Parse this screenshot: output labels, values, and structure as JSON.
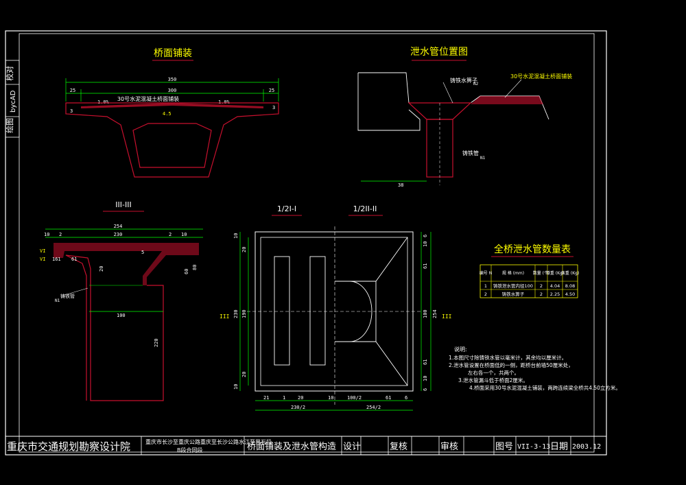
{
  "side_stamp": {
    "draw": "绘图",
    "tool": "bycAD",
    "check": "校对"
  },
  "deck": {
    "title": "桥面铺装",
    "dims": {
      "total": "350",
      "mid": "300",
      "left": "25",
      "right": "25"
    },
    "slopes": {
      "left": "1.0%",
      "right": "1.0%"
    },
    "layer_label": "30号水泥混凝土桥面铺装",
    "thick": {
      "left": "3",
      "right": "3",
      "mid": "4.5"
    }
  },
  "drain_pos": {
    "title": "泄水管位置图",
    "grate_label": "铸铁水箅子",
    "grate_tag": "N2",
    "layer_label": "30号水泥混凝土桥面铺装",
    "pipe_label": "铸铁管",
    "pipe_tag": "N1",
    "dim_bottom": "38"
  },
  "sec3": {
    "title": "III-III",
    "dims": {
      "top": "254",
      "d10a": "10",
      "d2a": "2",
      "d230": "230",
      "d2b": "2",
      "d10b": "10"
    },
    "mark_left": "VI",
    "mark_left2": "VI",
    "d161": "161",
    "d61": "61",
    "d5": "5",
    "d20": "20",
    "d60": "60",
    "d80": "80",
    "d100": "100",
    "d220": "220",
    "pipe_label": "铸铁管",
    "pipe_tag": "N1"
  },
  "plan": {
    "title_left": "1/2I-I",
    "title_right": "1/2II-II",
    "sec_left": "III",
    "sec_right": "III",
    "left_dims": {
      "d10": "10",
      "d20a": "20",
      "d190": "190",
      "d230": "230",
      "d20b": "20",
      "d10b": "10"
    },
    "right_dims": {
      "d6a": "6",
      "d10a": "10",
      "d61a": "61",
      "d100": "100",
      "d254": "254",
      "d61b": "61",
      "d10b": "10",
      "d6b": "6"
    },
    "bottom_dims": {
      "d21": "21",
      "d1": "1",
      "d20": "20",
      "d10": "10",
      "d100_2": "100/2",
      "d61": "61",
      "d6": "6",
      "d230_2": "230/2",
      "d254_2": "254/2"
    }
  },
  "table": {
    "title": "全桥泄水管数量表",
    "headers": [
      "编号 N",
      "规 格 (mm)",
      "数量 (个)",
      "单重 (Kg)",
      "共重 (Kg)"
    ],
    "rows": [
      [
        "1",
        "铸铁泄水管内径100",
        "2",
        "4.04",
        "8.08"
      ],
      [
        "2",
        "铸铁水箅子",
        "2",
        "2.25",
        "4.50"
      ]
    ]
  },
  "notes": {
    "heading": "说明:",
    "lines": [
      "1.本图尺寸除铸铁水管以毫米计，其余均以厘米计。",
      "2.泄水管设置在桥面低的一侧，距桥台前墙50厘米处，",
      "左右各一个，共两个。",
      "3.泄水管漏斗低于桥面2厘米。",
      "4.桥面采用30号水泥混凝土铺装，两跨连续梁全桥共4.50立方米。"
    ]
  },
  "title_block": {
    "org": "重庆市交通规划勘察设计院",
    "project_line1": "重庆市长沙至重庆公路重庆至长沙公路水江至界石段",
    "project_line2": "B段合同段",
    "drawing_name": "桥面铺装及泄水管构造",
    "design_label": "设计",
    "review_label": "复核",
    "approve_label": "审核",
    "no_label": "图号",
    "no_value": "VII-3-13",
    "date_label": "日期",
    "date_value": "2003.12"
  },
  "colors": {
    "frame": "#ffffff",
    "red": "#c8102e",
    "yellow": "#ffff00",
    "green": "#00ff00",
    "cyan": "#00ffff",
    "white": "#ffffff"
  }
}
